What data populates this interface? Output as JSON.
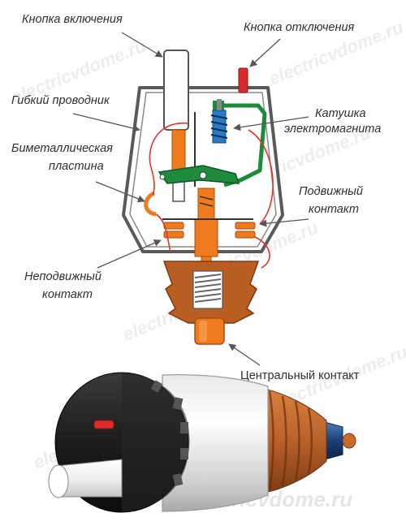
{
  "labels": {
    "on_button": "Кнопка включения",
    "off_button": "Кнопка отключения",
    "flex_wire": "Гибкий проводник",
    "coil_line1": "Катушка",
    "coil_line2": "электромагнита",
    "bimetal_line1": "Биметаллическая",
    "bimetal_line2": "пластина",
    "moving_line1": "Подвижный",
    "moving_line2": "контакт",
    "fixed_line1": "Неподвижный",
    "fixed_line2": "контакт",
    "center_contact": "Центральный контакт"
  },
  "watermark": "electricvdome.ru",
  "colors": {
    "orange": "#f07a1e",
    "green": "#1e8a3c",
    "red": "#d92b2b",
    "coil_blue": "#2a7ac4",
    "brass": "#b85e22",
    "dark_brown": "#8a3b12",
    "wire_red": "#e8322a",
    "casing": "#ffffff",
    "casing_stroke": "#555555"
  },
  "icons": [
    "arrow-icon",
    "spring-icon",
    "coil-icon"
  ]
}
